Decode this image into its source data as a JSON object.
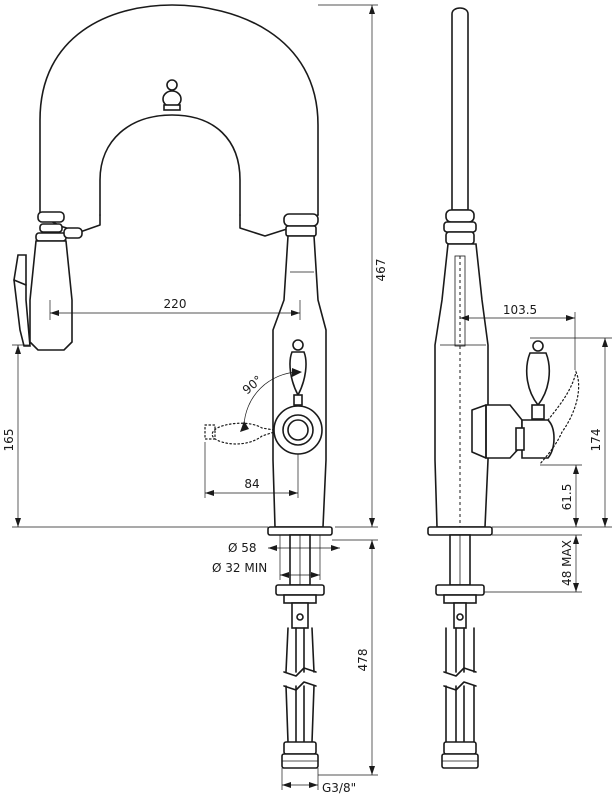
{
  "dimensions": {
    "d220": "220",
    "d467": "467",
    "d165": "165",
    "d90": "90°",
    "d84": "84",
    "d58": "Ø 58",
    "d32": "Ø 32 MIN",
    "d478": "478",
    "dG38": "G3/8\"",
    "d1035": "103.5",
    "d174": "174",
    "d615": "61.5",
    "d48": "48 MAX"
  }
}
